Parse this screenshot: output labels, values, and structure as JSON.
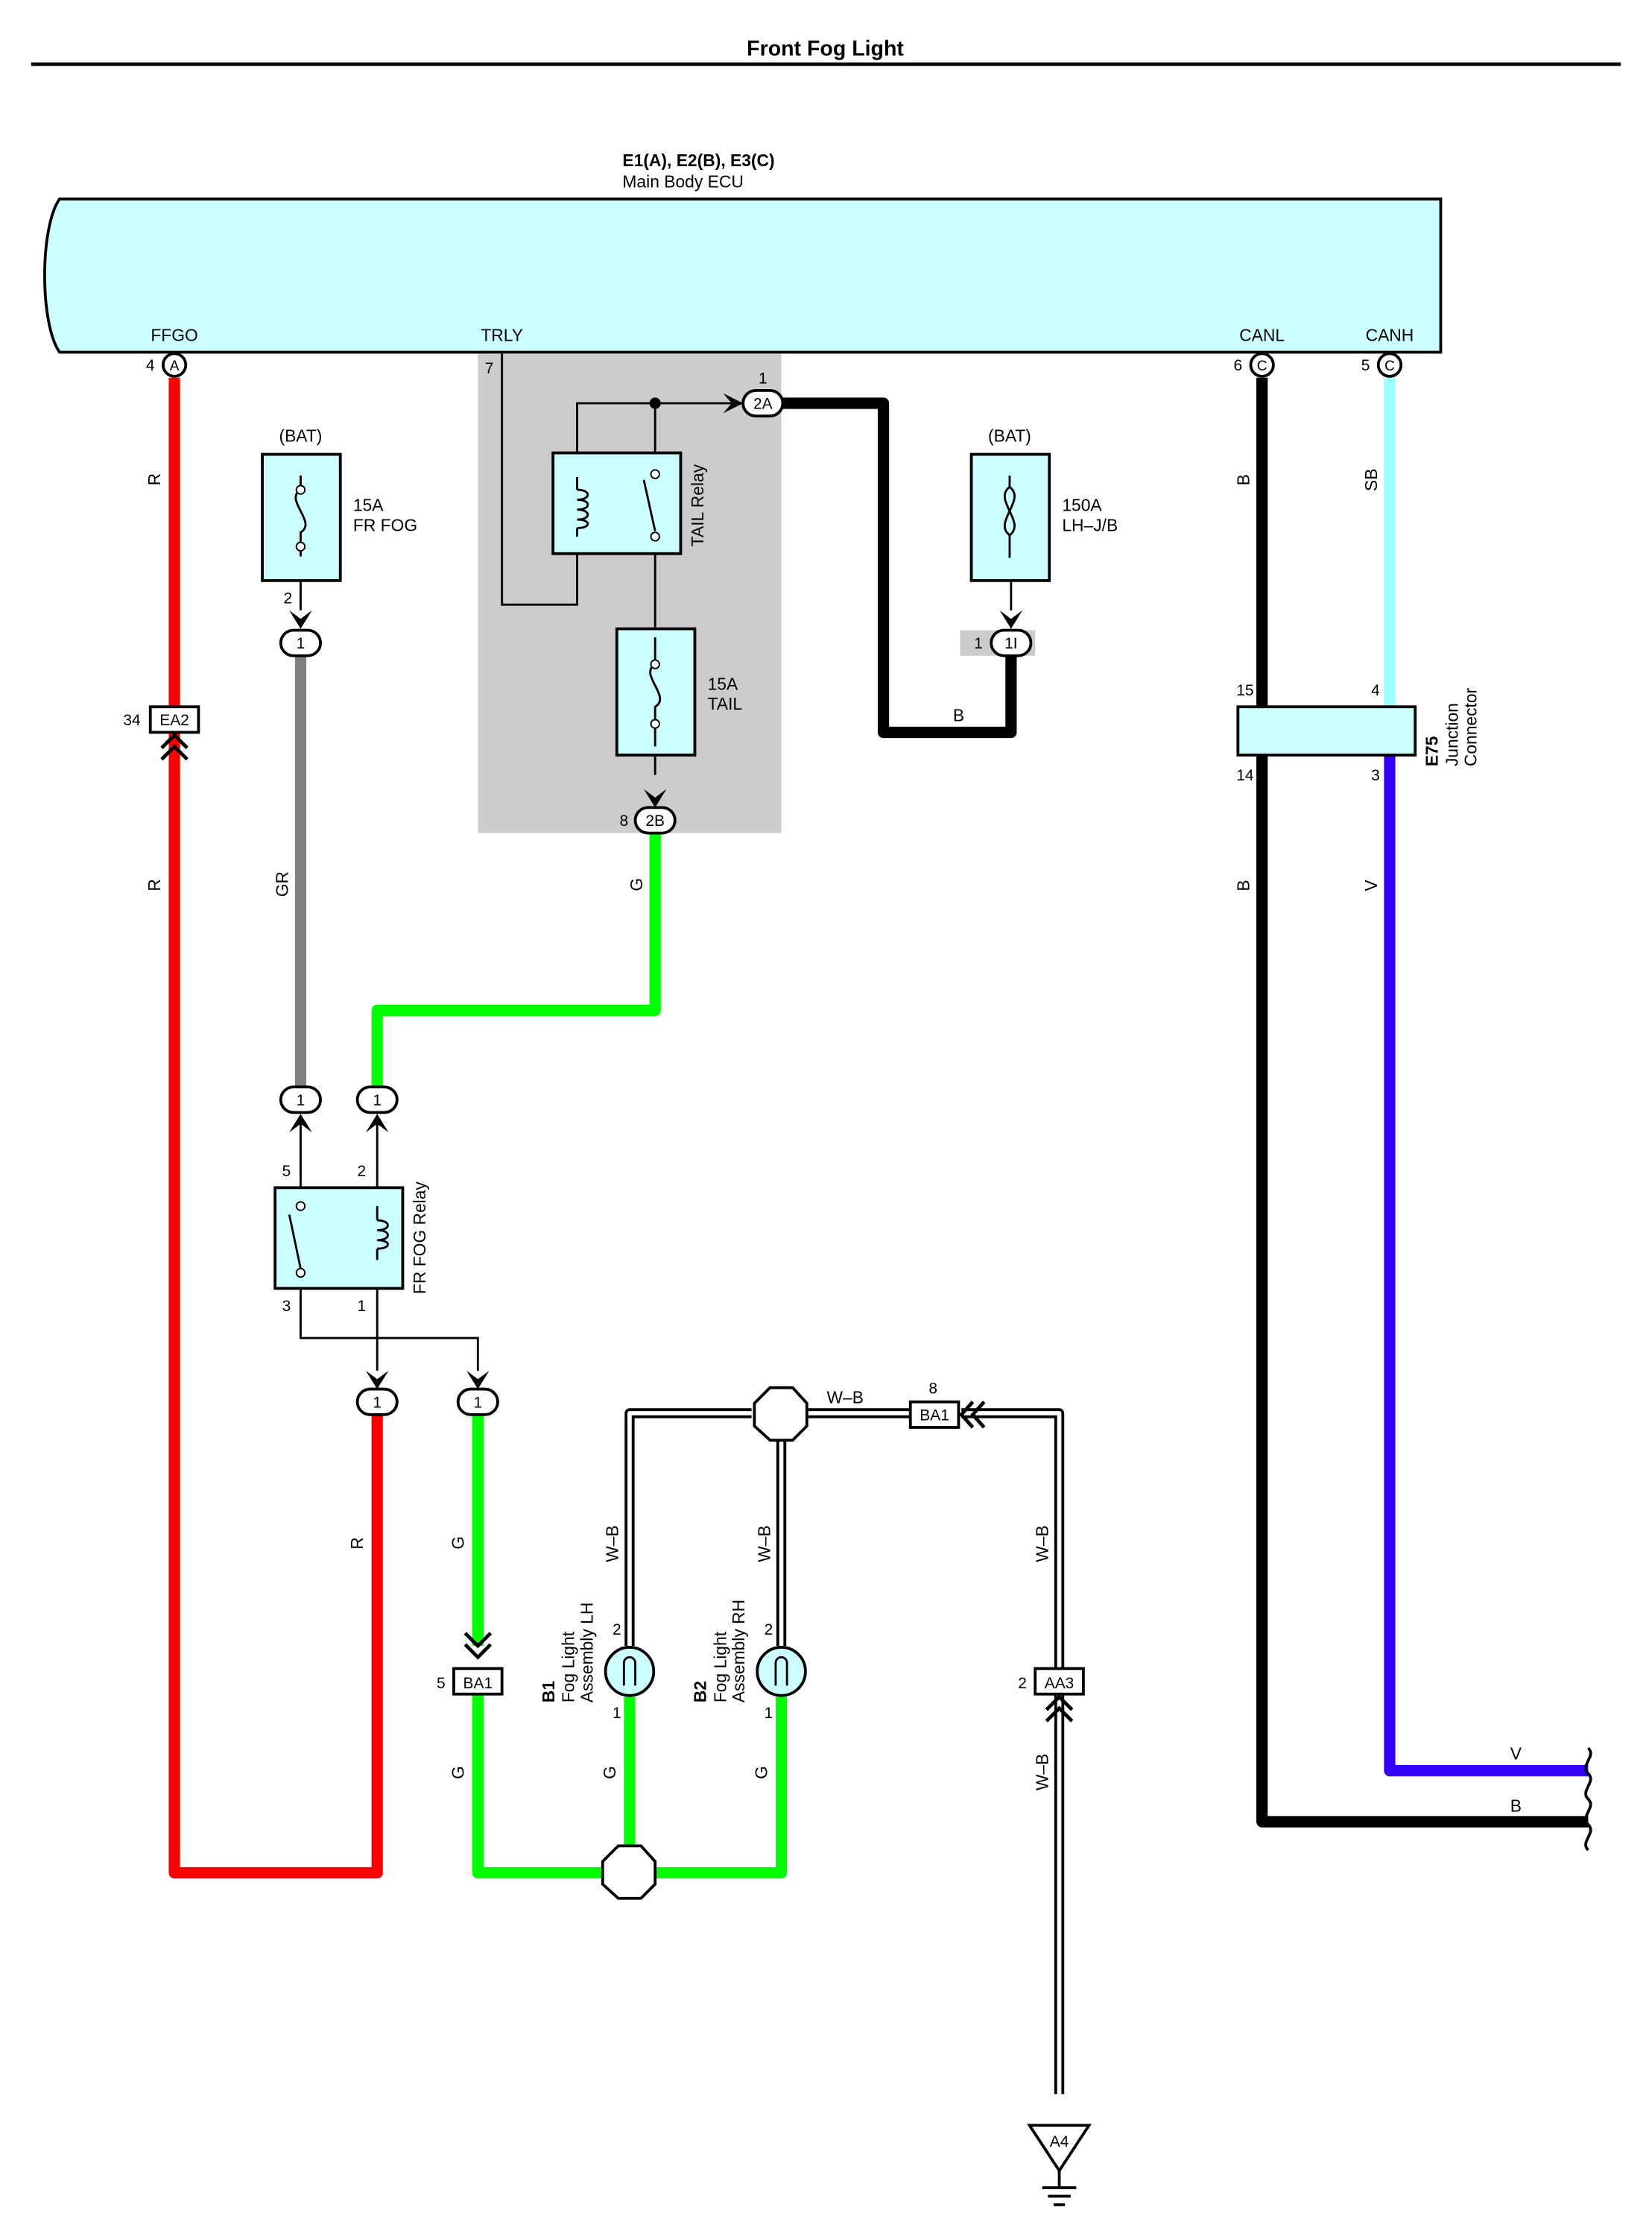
{
  "page": {
    "title": "Front Fog Light"
  },
  "ecu": {
    "ids": "E1(A), E2(B), E3(C)",
    "name": "Main Body ECU",
    "terminals": [
      {
        "name": "FFGO",
        "pin": "4",
        "conn": "A"
      },
      {
        "name": "TRLY",
        "pin": "7"
      },
      {
        "name": "CANL",
        "pin": "6",
        "conn": "C"
      },
      {
        "name": "CANH",
        "pin": "5",
        "conn": "C"
      }
    ]
  },
  "fuses": {
    "fr_fog": {
      "source": "(BAT)",
      "rating": "15A",
      "name": "FR FOG",
      "pin": "2",
      "conn": "1"
    },
    "lh_jb": {
      "source": "(BAT)",
      "rating": "150A",
      "name": "LH–J/B",
      "pin": "1",
      "conn": "1I"
    },
    "tail": {
      "rating": "15A",
      "name": "TAIL",
      "pin": "8",
      "conn": "2B"
    }
  },
  "tail_relay": {
    "name": "TAIL Relay",
    "pin": "1",
    "conn": "2A"
  },
  "fr_fog_relay": {
    "name": "FR FOG Relay",
    "pins": [
      "5",
      "2",
      "3",
      "1"
    ],
    "conn": "1"
  },
  "junction": {
    "id": "E75",
    "name": "Junction\nConnector",
    "pins": [
      "15",
      "4",
      "14",
      "3"
    ]
  },
  "connectors": {
    "ea2": {
      "label": "EA2",
      "pin": "34"
    },
    "ba1_left": {
      "label": "BA1",
      "pin": "5"
    },
    "ba1_top": {
      "label": "BA1",
      "pin": "8"
    },
    "aa3": {
      "label": "AA3",
      "pin": "2"
    },
    "a4": {
      "label": "A4"
    }
  },
  "fog_lh": {
    "id": "B1",
    "line1": "Fog Light",
    "line2": "Assembly LH",
    "pin_top": "2",
    "pin_bot": "1"
  },
  "fog_rh": {
    "id": "B2",
    "line1": "Fog Light",
    "line2": "Assembly RH",
    "pin_top": "2",
    "pin_bot": "1"
  },
  "wire_colors": {
    "R": "R",
    "GR": "GR",
    "G": "G",
    "B": "B",
    "SB": "SB",
    "V": "V",
    "WB": "W–B"
  },
  "colors": {
    "red": "#ff0000",
    "gray": "#808080",
    "green": "#00ff00",
    "black": "#000000",
    "skyblue": "#99ffff",
    "violet": "#3300ff",
    "ecu_fill": "#ccffff",
    "relay_shade": "#cccccc"
  }
}
